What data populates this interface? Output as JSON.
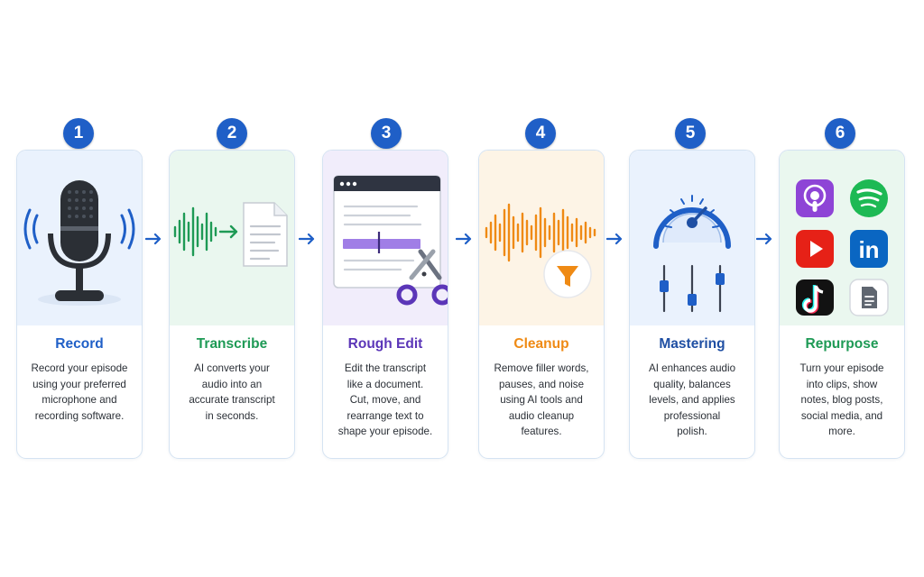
{
  "colors": {
    "badge": "#1f5fc7",
    "arrow": "#1f5fc7"
  },
  "steps": [
    {
      "number": "1",
      "title": "Record",
      "color": "#1f5fc7",
      "tint": "#eaf2fd",
      "icon": "microphone-icon",
      "description": [
        "Record your episode",
        "using your preferred",
        "microphone and",
        "recording software."
      ]
    },
    {
      "number": "2",
      "title": "Transcribe",
      "color": "#1e9a55",
      "tint": "#eaf7ef",
      "icon": "waveform-to-document-icon",
      "description": [
        "AI converts your",
        "audio into an",
        "accurate transcript",
        "in seconds."
      ]
    },
    {
      "number": "3",
      "title": "Rough Edit",
      "color": "#5b36b8",
      "tint": "#f1edfb",
      "icon": "document-scissors-icon",
      "description": [
        "Edit the transcript",
        "like a document.",
        "Cut, move, and",
        "rearrange text to",
        "shape your episode."
      ]
    },
    {
      "number": "4",
      "title": "Cleanup",
      "color": "#ef8a14",
      "tint": "#fdf4e6",
      "icon": "waveform-filter-icon",
      "description": [
        "Remove filler words,",
        "pauses, and noise",
        "using AI tools and",
        "audio cleanup",
        "features."
      ]
    },
    {
      "number": "5",
      "title": "Mastering",
      "color": "#1f4fa3",
      "tint": "#eaf2fd",
      "icon": "gauge-sliders-icon",
      "description": [
        "AI enhances audio",
        "quality, balances",
        "levels, and applies",
        "professional",
        "polish."
      ]
    },
    {
      "number": "6",
      "title": "Repurpose",
      "color": "#1e9a55",
      "tint": "#eaf7ef",
      "icon": "platform-grid-icon",
      "description": [
        "Turn your episode",
        "into clips, show",
        "notes, blog posts,",
        "social media, and",
        "more."
      ]
    }
  ]
}
